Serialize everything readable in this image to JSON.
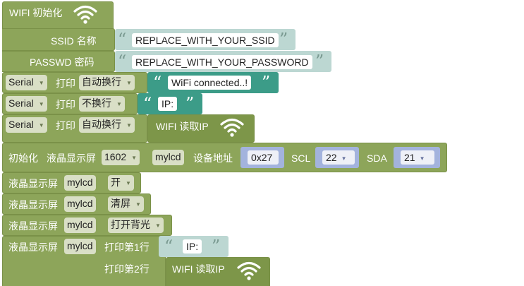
{
  "wifi_init": {
    "label": "WIFI 初始化",
    "ssid_label": "SSID 名称",
    "ssid_value": "REPLACE_WITH_YOUR_SSID",
    "passwd_label": "PASSWD 密码",
    "passwd_value": "REPLACE_WITH_YOUR_PASSWORD",
    "icon": "wifi-icon"
  },
  "serial_rows": [
    {
      "port": "Serial",
      "action": "打印",
      "mode": "自动换行",
      "value": "WiFi connected..!"
    },
    {
      "port": "Serial",
      "action": "打印",
      "mode": "不换行",
      "value": "IP:"
    },
    {
      "port": "Serial",
      "action": "打印",
      "mode": "自动换行",
      "value": "WIFI 读取IP"
    }
  ],
  "lcd_init": {
    "label": "初始化",
    "lcd_label": "液晶显示屏",
    "model": "1602",
    "name": "mylcd",
    "addr_label": "设备地址",
    "addr_value": "0x27",
    "scl_label": "SCL",
    "scl_value": "22",
    "sda_label": "SDA",
    "sda_value": "21"
  },
  "lcd_rows": [
    {
      "label": "液晶显示屏",
      "name": "mylcd",
      "option": "开"
    },
    {
      "label": "液晶显示屏",
      "name": "mylcd",
      "option": "清屏"
    },
    {
      "label": "液晶显示屏",
      "name": "mylcd",
      "option": "打开背光"
    }
  ],
  "lcd_print": {
    "label": "液晶显示屏",
    "name": "mylcd",
    "line1_label": "打印第1行",
    "line1_value": "IP:",
    "line2_label": "打印第2行",
    "line2_value": "WIFI 读取IP"
  },
  "colors": {
    "block_green": "#8da55a",
    "string_block": "#bcd7d2",
    "string_block_dark": "#3c9c88",
    "number_block": "#a3b3dd"
  }
}
